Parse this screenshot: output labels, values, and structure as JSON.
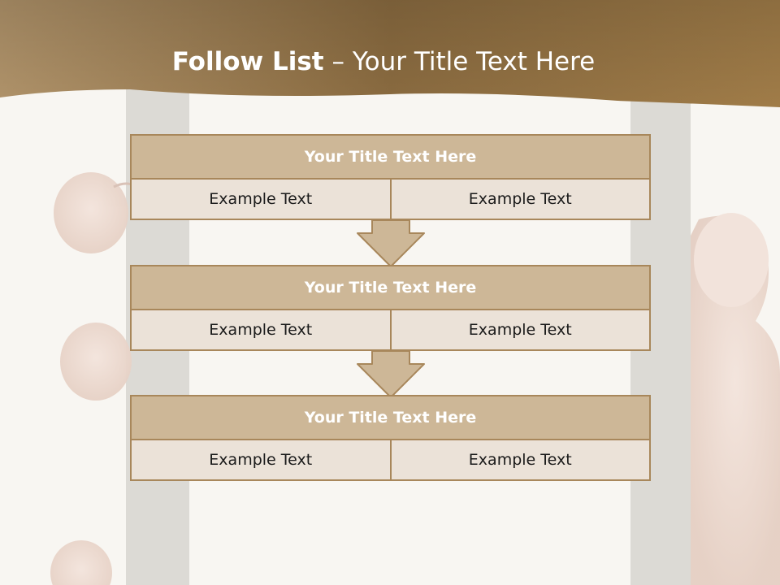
{
  "header": {
    "title_bold": "Follow List",
    "title_rest": " – Your Title Text Here"
  },
  "blocks": [
    {
      "title": "Your Title Text Here",
      "left": "Example Text",
      "right": "Example Text"
    },
    {
      "title": "Your Title Text Here",
      "left": "Example Text",
      "right": "Example Text"
    },
    {
      "title": "Your Title Text Here",
      "left": "Example Text",
      "right": "Example Text"
    }
  ],
  "colors": {
    "header_brown": "#8a6a3e",
    "title_fill": "#cdb797",
    "cell_fill": "#ebe2d8",
    "border": "#a8875b"
  }
}
